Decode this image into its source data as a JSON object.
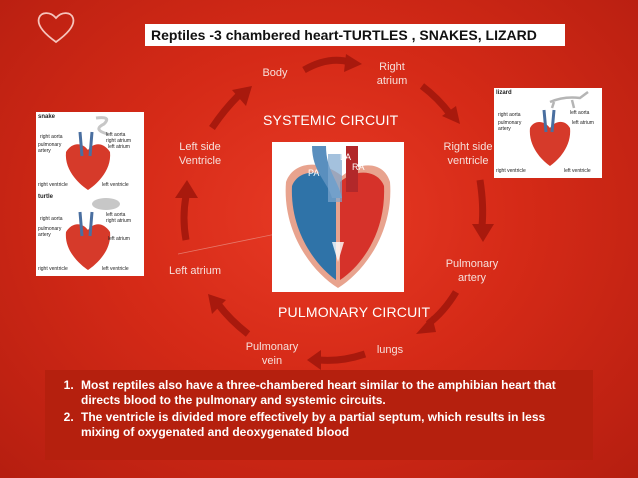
{
  "title": "Reptiles -3 chambered heart-TURTLES , SNAKES, LIZARD",
  "cycle": {
    "body": "Body",
    "right_atrium": "Right\natrium",
    "right_ventricle": "Right side\nventricle",
    "pulmonary_artery": "Pulmonary\nartery",
    "lungs": "lungs",
    "pulmonary_vein": "Pulmonary\nvein",
    "left_atrium": "Left atrium",
    "left_ventricle": "Left side\nVentricle",
    "systemic": "SYSTEMIC CIRCUIT",
    "pulmonary": "PULMONARY CIRCUIT"
  },
  "center_heart": {
    "la": "LA",
    "ra": "RA",
    "pa": "PA"
  },
  "snake_diagram": {
    "title": "snake",
    "labels": [
      "right aorta",
      "left aorta",
      "right atrium",
      "pulmonary artery",
      "left atrium",
      "right ventricle",
      "left ventricle"
    ]
  },
  "turtle_diagram": {
    "title": "turtle",
    "labels": [
      "right aorta",
      "left aorta",
      "right atrium",
      "pulmonary artery",
      "left atrium",
      "right ventricle",
      "left ventricle"
    ]
  },
  "lizard_diagram": {
    "title": "lizard",
    "labels": [
      "right aorta",
      "left aorta",
      "pulmonary artery",
      "left atrium",
      "right ventricle",
      "left ventricle"
    ]
  },
  "notes": [
    "Most reptiles also have a three-chambered heart similar to the amphibian heart that directs blood to the pulmonary and systemic circuits.",
    "The ventricle is divided more effectively by a partial septum, which results in less mixing of oxygenated and deoxygenated blood"
  ],
  "colors": {
    "background": "#d52a17",
    "arrow": "#a8190d",
    "note_box": "#b5200e"
  }
}
